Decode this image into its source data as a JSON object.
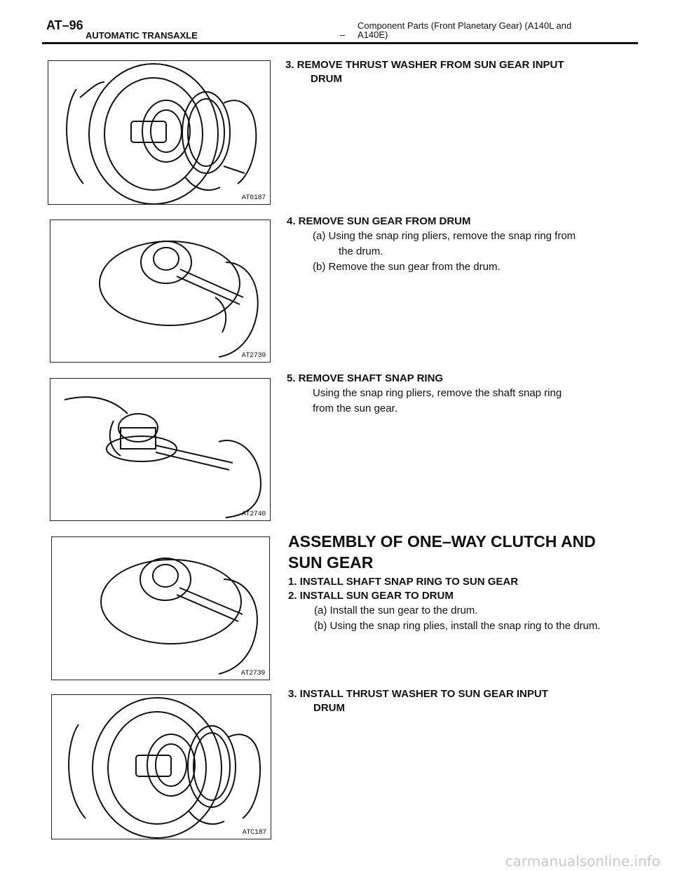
{
  "header": {
    "page_code": "AT–96",
    "section": "AUTOMATIC TRANSAXLE",
    "separator": "–",
    "component_line1": "Component Parts (Front Planetary Gear) (A140L and",
    "component_line2": "A140E)"
  },
  "steps": [
    {
      "title_line1": "3. REMOVE THRUST WASHER FROM SUN GEAR INPUT",
      "title_line2": "DRUM",
      "figure_code": "AT0187"
    },
    {
      "title": "4. REMOVE SUN GEAR FROM DRUM",
      "line_a1": "(a) Using the snap ring pliers, remove the snap ring from",
      "line_a2": "the drum.",
      "line_b": "(b) Remove the sun gear from the drum.",
      "figure_code": "AT2739"
    },
    {
      "title": "5. REMOVE SHAFT SNAP RING",
      "line1": "Using the snap ring pliers, remove the shaft snap ring",
      "line2": "from the sun gear.",
      "figure_code": "AT2740"
    }
  ],
  "assembly": {
    "heading_line1": "ASSEMBLY OF ONE–WAY CLUTCH AND",
    "heading_line2": "SUN GEAR",
    "step1": "1. INSTALL SHAFT SNAP RING TO SUN GEAR",
    "step2": "2. INSTALL SUN GEAR TO DRUM",
    "step2_a": "(a) Install the sun gear to the drum.",
    "step2_b": "(b) Using the snap ring plies, install the snap ring to the drum.",
    "figure_code_1": "AT2739",
    "step3_line1": "3. INSTALL THRUST WASHER TO SUN GEAR INPUT",
    "step3_line2": "DRUM",
    "figure_code_2": "ATC187"
  },
  "watermark": "carmanualsonline.info"
}
